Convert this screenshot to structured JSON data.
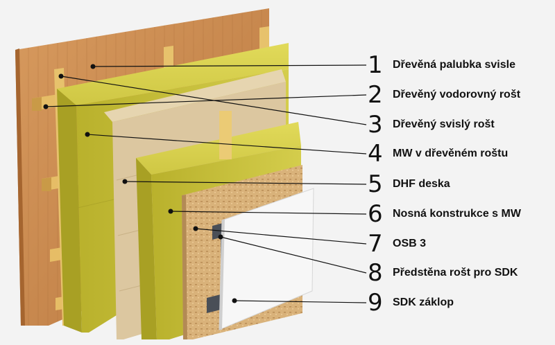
{
  "legend": [
    {
      "num": "1",
      "label": "Dřevěná palubka svisle"
    },
    {
      "num": "2",
      "label": "Dřevěný vodorovný rošt"
    },
    {
      "num": "3",
      "label": "Dřevěný svislý rošt"
    },
    {
      "num": "4",
      "label": "MW v dřevěném roštu"
    },
    {
      "num": "5",
      "label": "DHF deska"
    },
    {
      "num": "6",
      "label": "Nosná konstrukce s MW"
    },
    {
      "num": "7",
      "label": "OSB 3"
    },
    {
      "num": "8",
      "label": "Předstěna rošt pro SDK"
    },
    {
      "num": "9",
      "label": "SDK záklop"
    }
  ],
  "colors": {
    "wood": "#c98a4e",
    "batten": "#e8c06a",
    "mineral_wool": "#c8c13a",
    "dhf": "#ddc9a3",
    "osb": "#d9b27a",
    "drywall": "#f6f6f6",
    "steel": "#4a4f57"
  }
}
